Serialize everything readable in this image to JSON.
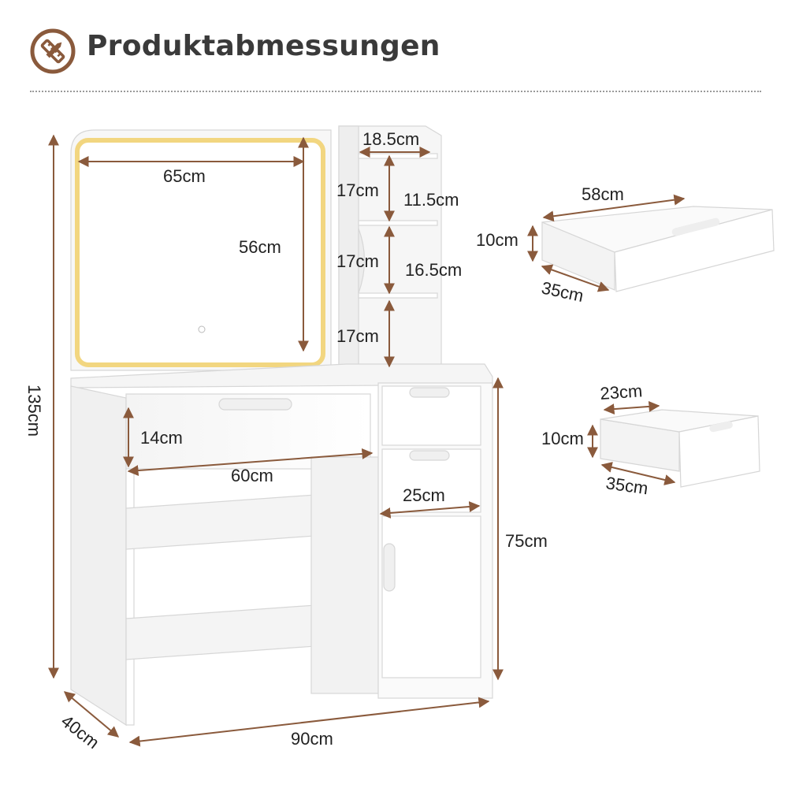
{
  "header": {
    "title": "Produktabmessungen",
    "icon": "ruler-pencil-icon",
    "accent_color": "#8a5a3c"
  },
  "dimensions": {
    "mirror_width": "65cm",
    "mirror_height": "56cm",
    "shelf_width": "18.5cm",
    "shelf_height_1": "17cm",
    "shelf_depth_1": "11.5cm",
    "shelf_height_2": "17cm",
    "shelf_depth_2": "16.5cm",
    "shelf_height_3": "17cm",
    "total_height": "135cm",
    "drawer_height": "14cm",
    "drawer_width": "60cm",
    "cabinet_width": "25cm",
    "table_height": "75cm",
    "depth": "40cm",
    "total_width": "90cm"
  },
  "large_drawer": {
    "width": "58cm",
    "height": "10cm",
    "depth": "35cm"
  },
  "small_drawer": {
    "width": "23cm",
    "height": "10cm",
    "depth": "35cm"
  }
}
